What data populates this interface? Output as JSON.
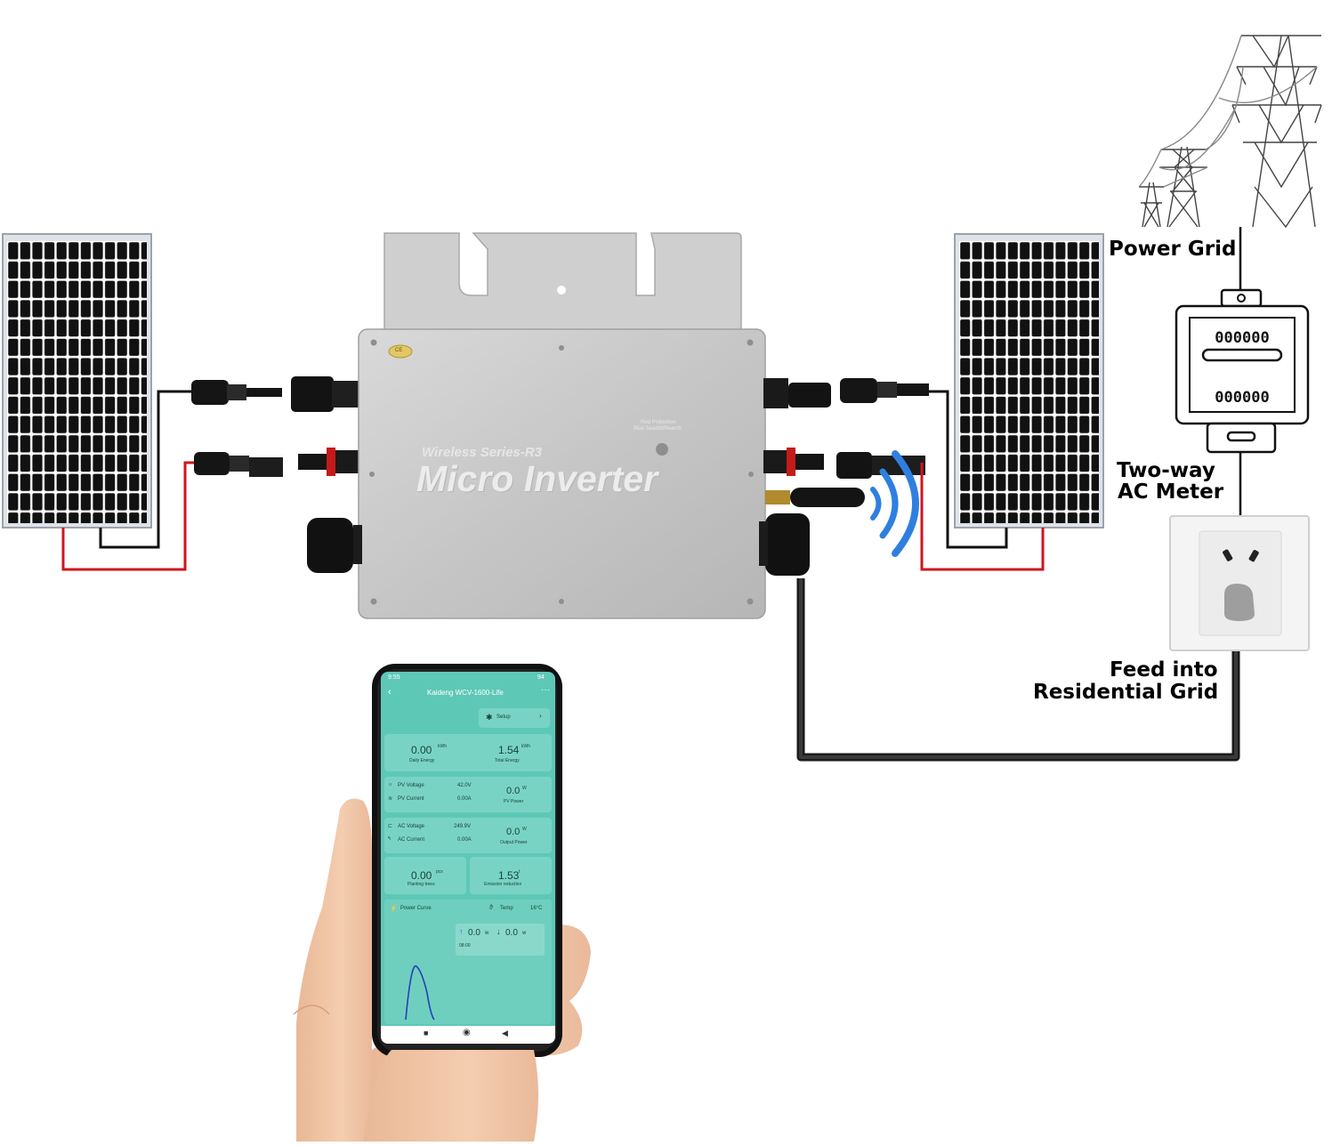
{
  "labels": {
    "power_grid": "Power Grid",
    "meter_line1": "Two-way",
    "meter_line2": "AC Meter",
    "feed_line1": "Feed into",
    "feed_line2": "Residential Grid"
  },
  "inverter": {
    "series": "Wireless Series-R3",
    "name": "Micro Inverter",
    "button_caption_1": "Red Protection",
    "button_caption_2": "Blue Search/Rearch",
    "badge": "CE"
  },
  "meter": {
    "top_reading": "000000",
    "bottom_reading": "000000"
  },
  "phone": {
    "status_time": "9:55",
    "battery": "94",
    "app_title": "Kaideng WCV-1600-Life",
    "setup_label": "Setup",
    "daily_energy_value": "0.00",
    "daily_energy_unit": "kWh",
    "daily_energy_label": "Daily Energy",
    "total_energy_value": "1.54",
    "total_energy_unit": "kWh",
    "total_energy_label": "Total Energy",
    "pv_voltage_label": "PV Voltage",
    "pv_voltage_value": "42.0V",
    "pv_current_label": "PV Current",
    "pv_current_value": "0.00A",
    "pv_power_value": "0.0",
    "pv_power_unit": "W",
    "pv_power_label": "PV Power",
    "ac_voltage_label": "AC Voltage",
    "ac_voltage_value": "249.9V",
    "ac_current_label": "AC Current",
    "ac_current_value": "0.00A",
    "output_power_value": "0.0",
    "output_power_unit": "W",
    "output_power_label": "Output Power",
    "trees_value": "0.00",
    "trees_unit": "pcs",
    "trees_label": "Planting trees",
    "emission_value": "1.53",
    "emission_unit": "t",
    "emission_label": "Emission reduction",
    "curve_label": "Power Curve",
    "temp_label": "Temp",
    "temp_value": "16°C",
    "tooltip_up": "0.0",
    "tooltip_down": "0.0",
    "tooltip_unit": "w",
    "tooltip_time": "08:00"
  },
  "colors": {
    "panel_cell": "#111111",
    "panel_frame": "#c9cfd6",
    "inverter_body": "#c8c8c8",
    "wire_red": "#d0141e",
    "wire_black": "#111111",
    "wifi_blue": "#2f7fe0",
    "screen_teal": "#5ec8b7",
    "skin": "#f2c6a5"
  }
}
